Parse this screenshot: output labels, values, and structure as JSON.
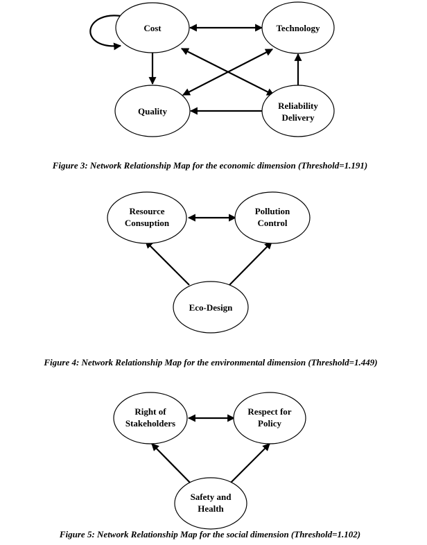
{
  "figures": [
    {
      "caption": "Figure 3: Network Relationship Map for the economic dimension (Threshold=1.191)",
      "nodes": {
        "cost": [
          "Cost"
        ],
        "technology": [
          "Technology"
        ],
        "quality": [
          "Quality"
        ],
        "reliability": [
          "Reliability",
          "Delivery"
        ]
      },
      "edges": [
        {
          "from": "cost",
          "to": "technology",
          "direction": "both"
        },
        {
          "from": "cost",
          "to": "quality",
          "direction": "forward"
        },
        {
          "from": "cost",
          "to": "reliability",
          "direction": "both"
        },
        {
          "from": "technology",
          "to": "quality",
          "direction": "both"
        },
        {
          "from": "reliability",
          "to": "technology",
          "direction": "forward"
        },
        {
          "from": "reliability",
          "to": "quality",
          "direction": "forward"
        },
        {
          "from": "cost",
          "to": "cost",
          "direction": "self-loop"
        }
      ]
    },
    {
      "caption": "Figure 4: Network Relationship Map for the environmental dimension (Threshold=1.449)",
      "nodes": {
        "resource": [
          "Resource",
          "Consuption"
        ],
        "pollution": [
          "Pollution",
          "Control"
        ],
        "ecodesign": [
          "Eco-Design"
        ]
      },
      "edges": [
        {
          "from": "resource",
          "to": "pollution",
          "direction": "both"
        },
        {
          "from": "ecodesign",
          "to": "resource",
          "direction": "forward"
        },
        {
          "from": "ecodesign",
          "to": "pollution",
          "direction": "forward"
        }
      ]
    },
    {
      "caption": "Figure 5: Network Relationship Map for the social dimension (Threshold=1.102)",
      "nodes": {
        "rights": [
          "Right of",
          "Stakeholders"
        ],
        "respect": [
          "Respect for",
          "Policy"
        ],
        "safety": [
          "Safety and",
          "Health"
        ]
      },
      "edges": [
        {
          "from": "rights",
          "to": "respect",
          "direction": "both"
        },
        {
          "from": "safety",
          "to": "rights",
          "direction": "forward"
        },
        {
          "from": "safety",
          "to": "respect",
          "direction": "forward"
        }
      ]
    }
  ]
}
